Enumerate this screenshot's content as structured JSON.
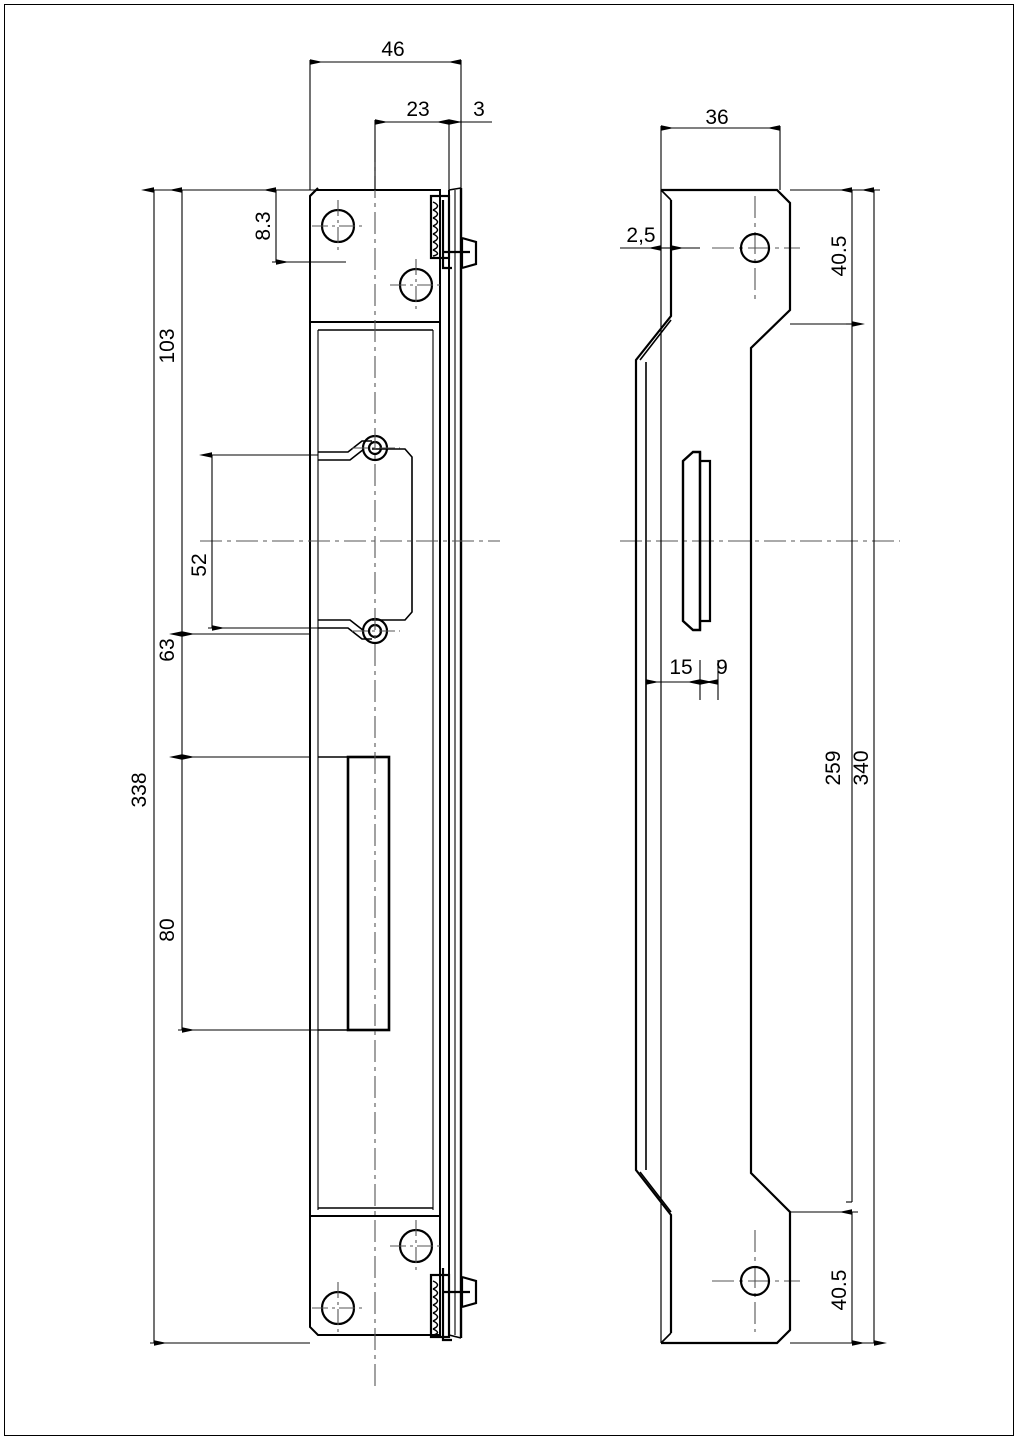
{
  "drawing": {
    "type": "engineering-technical-drawing",
    "subject": "door-frame-strike-plate-keep",
    "unit": "mm",
    "projection": "two-view: front elevation (left) and side/section elevation (right)",
    "line_colors": {
      "outline": "#000000",
      "dimension": "#000000",
      "centerline": "#555555",
      "border": "#000000",
      "background": "#ffffff"
    },
    "views": [
      {
        "id": "front-view",
        "name": "Front elevation (left view)",
        "features": [
          "top mounting lug with countersunk hole",
          "second countersunk hole below lug",
          "screw with threaded shank at upper right edge",
          "central latch cut-out with two socket screws",
          "lower rectangular strike box",
          "bottom mounting lug with two countersunk holes",
          "screw with threaded shank at lower right edge",
          "vertical centerline through hole axis",
          "horizontal centerline at mid height"
        ]
      },
      {
        "id": "side-view",
        "name": "Side elevation (right view)",
        "features": [
          "upper flat mounting tab with hole",
          "offset/cranked bend to narrow web",
          "central raised bolt/tongue profile",
          "lower flat mounting tab with hole",
          "2,5 mm sheet thickness return flange"
        ]
      }
    ]
  },
  "dimensions": {
    "front_view": {
      "horizontal": [
        {
          "id": "d46",
          "value": "46",
          "label": "overall plate width"
        },
        {
          "id": "d23",
          "value": "23",
          "label": "centerline offset to back face"
        },
        {
          "id": "d3",
          "value": "3",
          "label": "back lip thickness"
        }
      ],
      "vertical": [
        {
          "id": "d338",
          "value": "338",
          "label": "overall plate length"
        },
        {
          "id": "d103",
          "value": "103",
          "label": "top hole spacing to datum"
        },
        {
          "id": "d63",
          "value": "63",
          "label": "latch cut-out zone"
        },
        {
          "id": "d52",
          "value": "52",
          "label": "latch cut-out height"
        },
        {
          "id": "d80",
          "value": "80",
          "label": "strike box height"
        },
        {
          "id": "d83",
          "value": "8.3",
          "label": "top hole centre from top edge"
        }
      ]
    },
    "side_view": {
      "horizontal": [
        {
          "id": "d36",
          "value": "36",
          "label": "mounting tab depth"
        },
        {
          "id": "d25",
          "value": "2,5",
          "label": "sheet thickness"
        },
        {
          "id": "d15",
          "value": "15",
          "label": "web face to bolt face"
        },
        {
          "id": "d9",
          "value": "9",
          "label": "bolt projection"
        }
      ],
      "vertical": [
        {
          "id": "d405t",
          "value": "40.5",
          "label": "upper tab height"
        },
        {
          "id": "d259",
          "value": "259",
          "label": "distance between tab shoulders"
        },
        {
          "id": "d340",
          "value": "340",
          "label": "overall side length"
        },
        {
          "id": "d405b",
          "value": "40.5",
          "label": "lower tab height"
        }
      ]
    }
  },
  "labels": {
    "d46": "46",
    "d23": "23",
    "d3": "3",
    "d83": "8.3",
    "d103": "103",
    "d52": "52",
    "d63": "63",
    "d80": "80",
    "d338": "338",
    "d36": "36",
    "d25": "2,5",
    "d405_top": "40.5",
    "d15": "15",
    "d9": "9",
    "d259": "259",
    "d340": "340",
    "d405_bottom": "40.5"
  }
}
